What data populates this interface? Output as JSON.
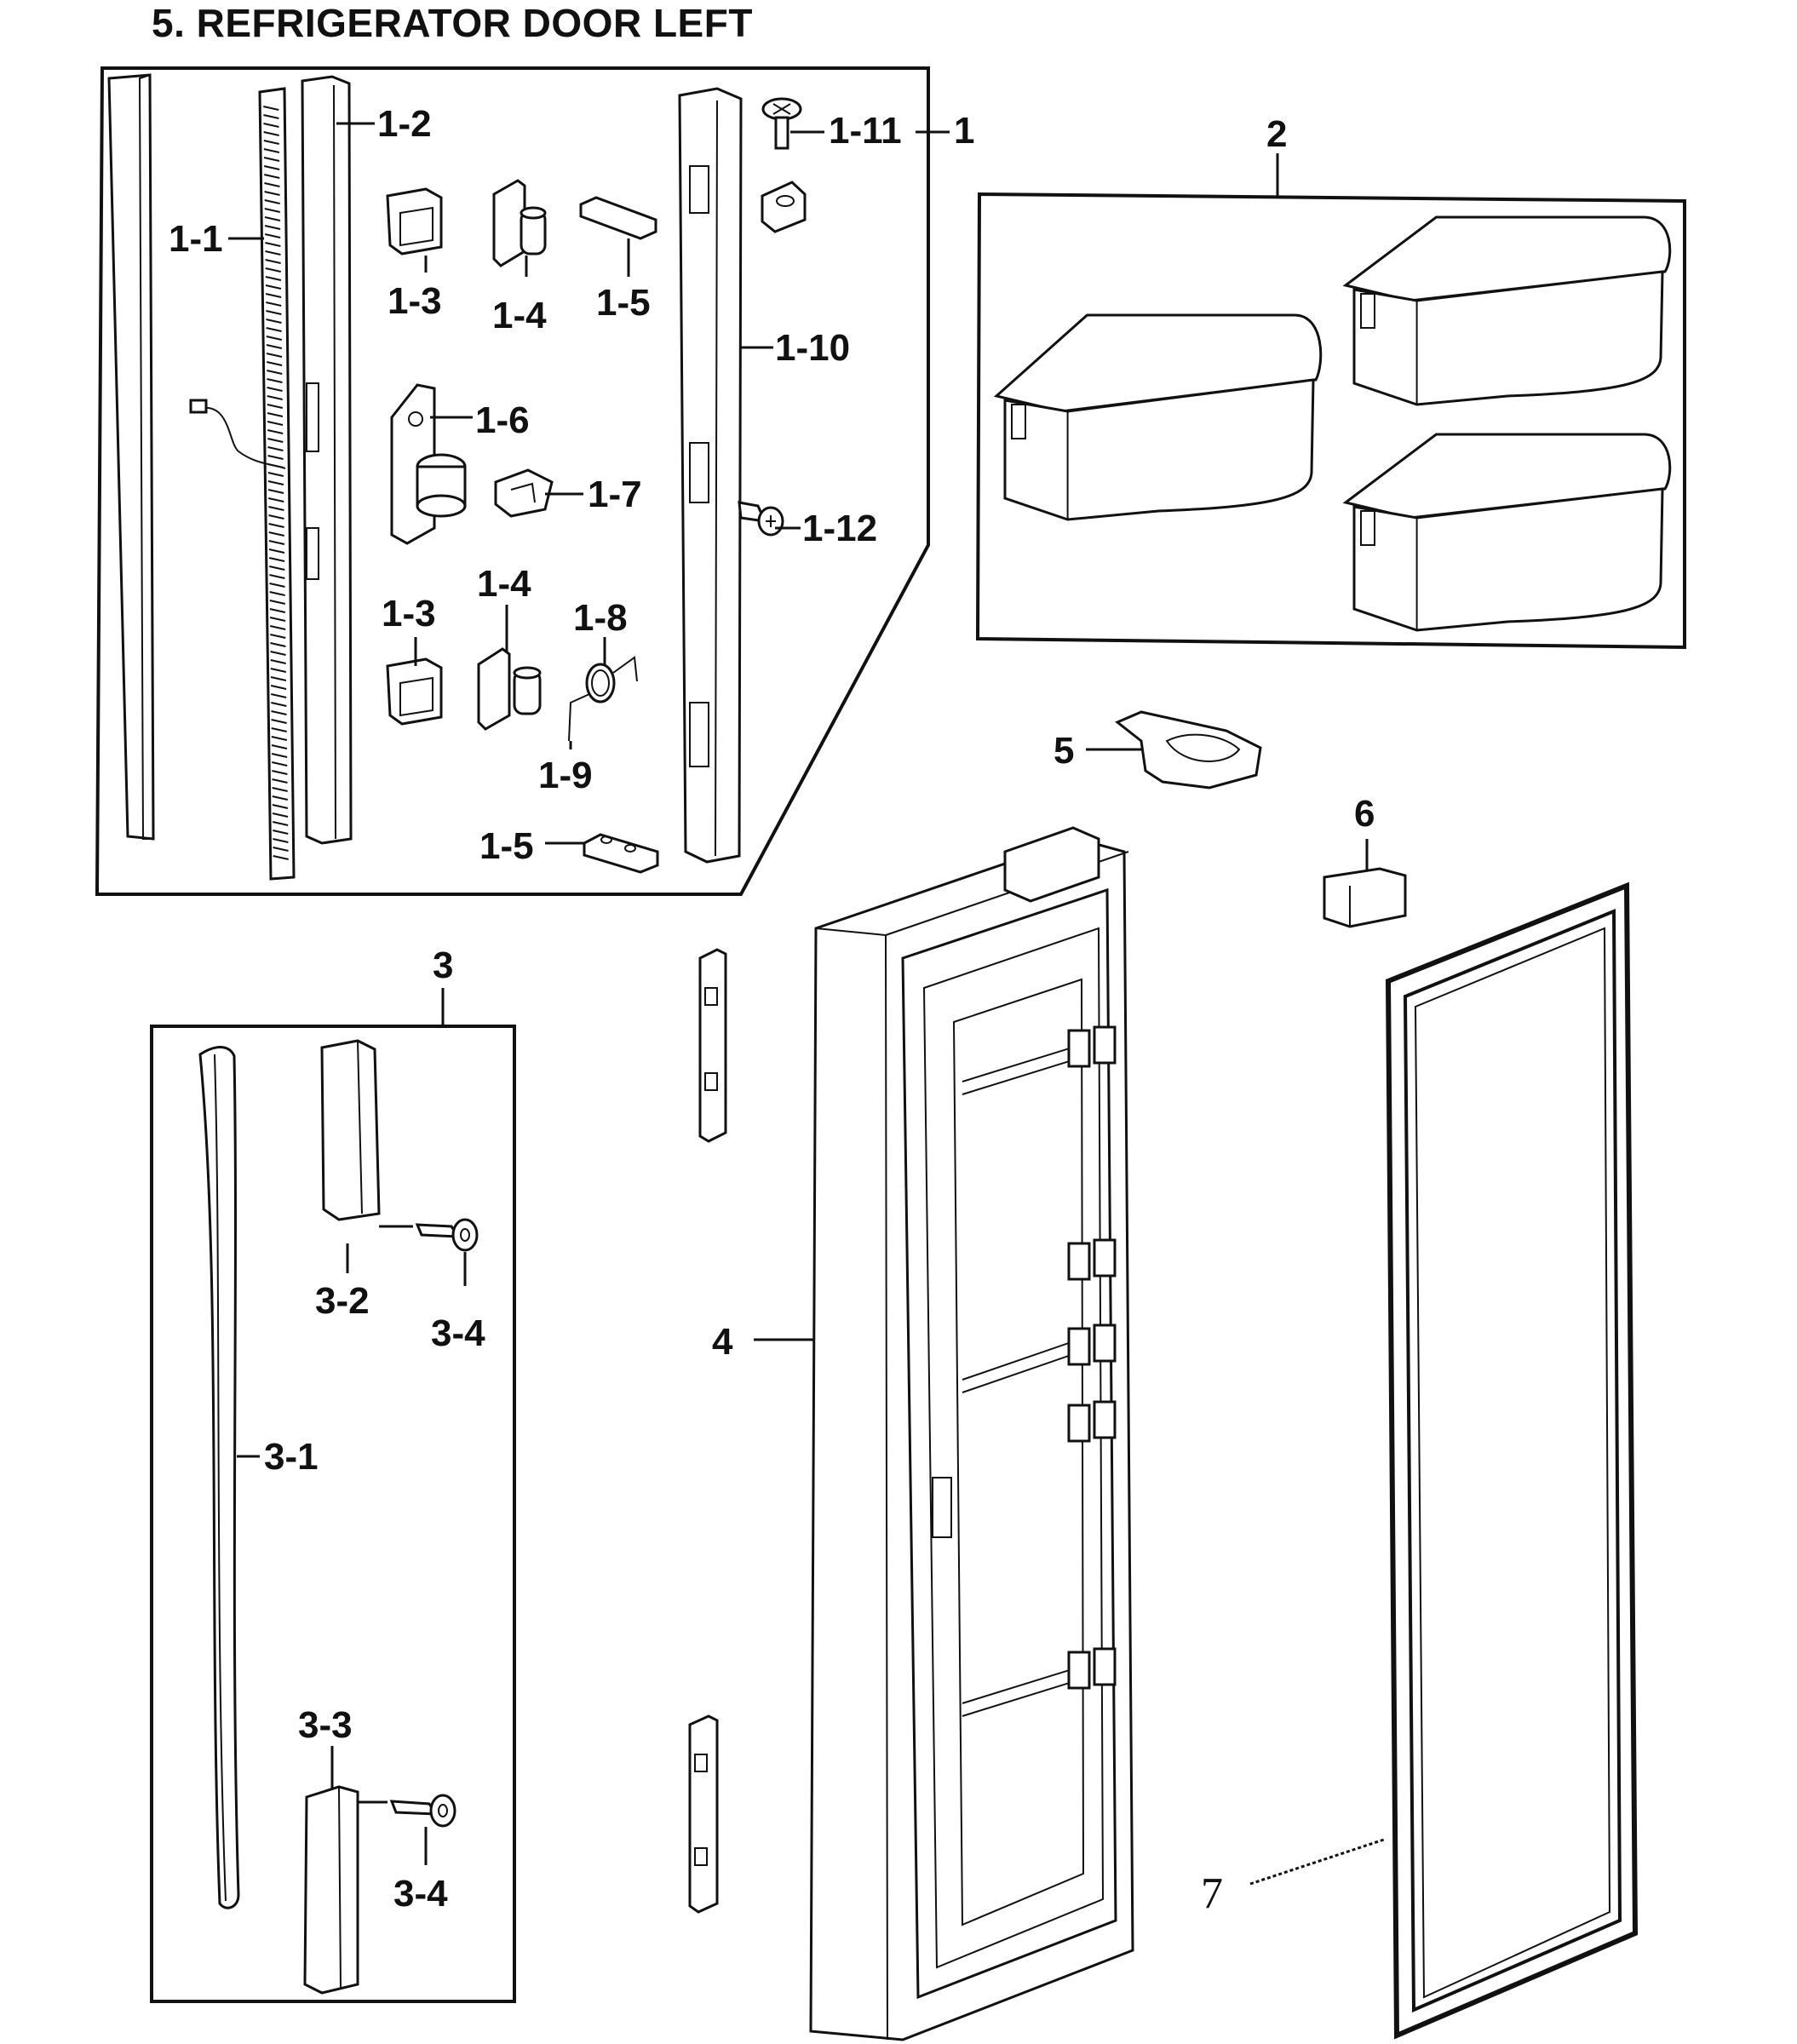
{
  "title": "5. REFRIGERATOR DOOR LEFT",
  "labels": {
    "p1": "1",
    "p1_1": "1-1",
    "p1_2": "1-2",
    "p1_3a": "1-3",
    "p1_3b": "1-3",
    "p1_4a": "1-4",
    "p1_4b": "1-4",
    "p1_5a": "1-5",
    "p1_5b": "1-5",
    "p1_6": "1-6",
    "p1_7": "1-7",
    "p1_8": "1-8",
    "p1_9": "1-9",
    "p1_10": "1-10",
    "p1_11": "1-11",
    "p1_12": "1-12",
    "p2": "2",
    "p3": "3",
    "p3_1": "3-1",
    "p3_2": "3-2",
    "p3_3": "3-3",
    "p3_4a": "3-4",
    "p3_4b": "3-4",
    "p4": "4",
    "p5": "5",
    "p6": "6",
    "p7": "7"
  }
}
